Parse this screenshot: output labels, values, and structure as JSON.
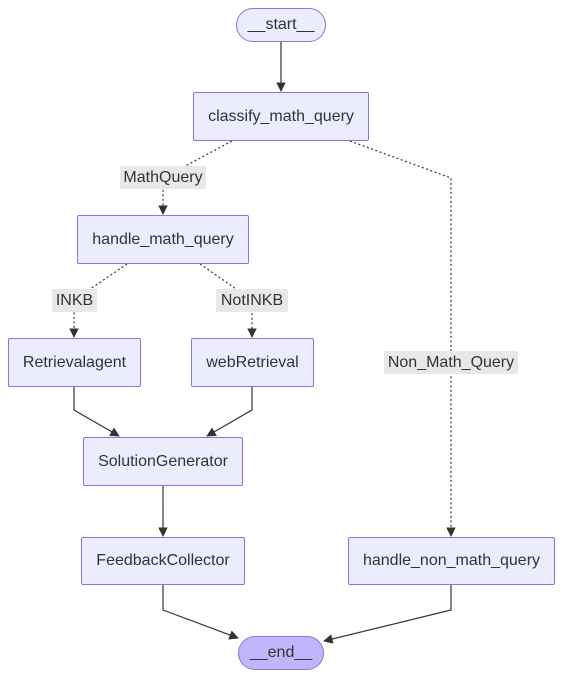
{
  "nodes": {
    "start": "__start__",
    "classify": "classify_math_query",
    "handle_math": "handle_math_query",
    "retrieval_agent": "Retrievalagent",
    "web_retrieval": "webRetrieval",
    "solution_generator": "SolutionGenerator",
    "feedback_collector": "FeedbackCollector",
    "handle_non_math": "handle_non_math_query",
    "end": "__end__"
  },
  "edge_labels": {
    "math_query": "MathQuery",
    "inkb": "INKB",
    "not_inkb": "NotINKB",
    "non_math_query": "Non_Math_Query"
  },
  "colors": {
    "node_fill": "#ECECFF",
    "node_border": "#9370DB",
    "end_fill": "#BFB6FC",
    "label_bg": "#E8E8E8",
    "edge": "#333333"
  }
}
